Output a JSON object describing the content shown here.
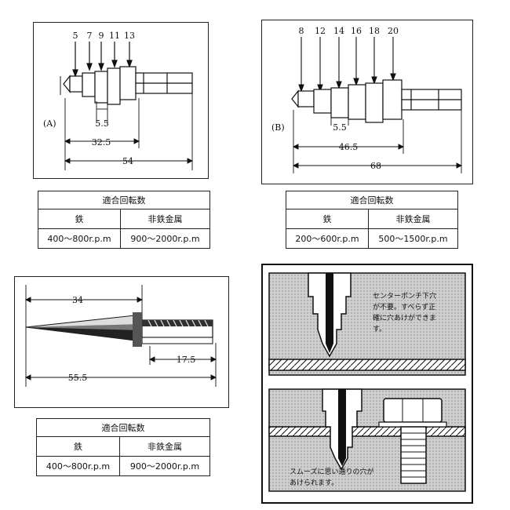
{
  "panel_a": {
    "label": "(A)",
    "step_labels": [
      "5",
      "7",
      "9",
      "11",
      "13"
    ],
    "step_dim": "5.5",
    "mid_dim": "32.5",
    "total_dim": "54"
  },
  "panel_b": {
    "label": "(B)",
    "step_labels": [
      "8",
      "12",
      "14",
      "16",
      "18",
      "20"
    ],
    "step_dim": "5.5",
    "mid_dim": "46.5",
    "total_dim": "68"
  },
  "panel_c": {
    "top_dim": "34",
    "right_dim": "17.5",
    "total_dim": "55.5"
  },
  "table_a": {
    "title": "適合回転数",
    "col1": "鉄",
    "col2": "非鉄金属",
    "val1": "400～800r.p.m",
    "val2": "900～2000r.p.m"
  },
  "table_b": {
    "title": "適合回転数",
    "col1": "鉄",
    "col2": "非鉄金属",
    "val1": "200～600r.p.m",
    "val2": "500～1500r.p.m"
  },
  "table_c": {
    "title": "適合回転数",
    "col1": "鉄",
    "col2": "非鉄金属",
    "val1": "400～800r.p.m",
    "val2": "900～2000r.p.m"
  },
  "illustration": {
    "note_top": [
      "センターポンチ下穴",
      "が不要。すべらず正",
      "確に穴あけができま",
      "す。"
    ],
    "note_bottom": [
      "スムーズに思い通りの穴が",
      "あけられます。"
    ]
  }
}
